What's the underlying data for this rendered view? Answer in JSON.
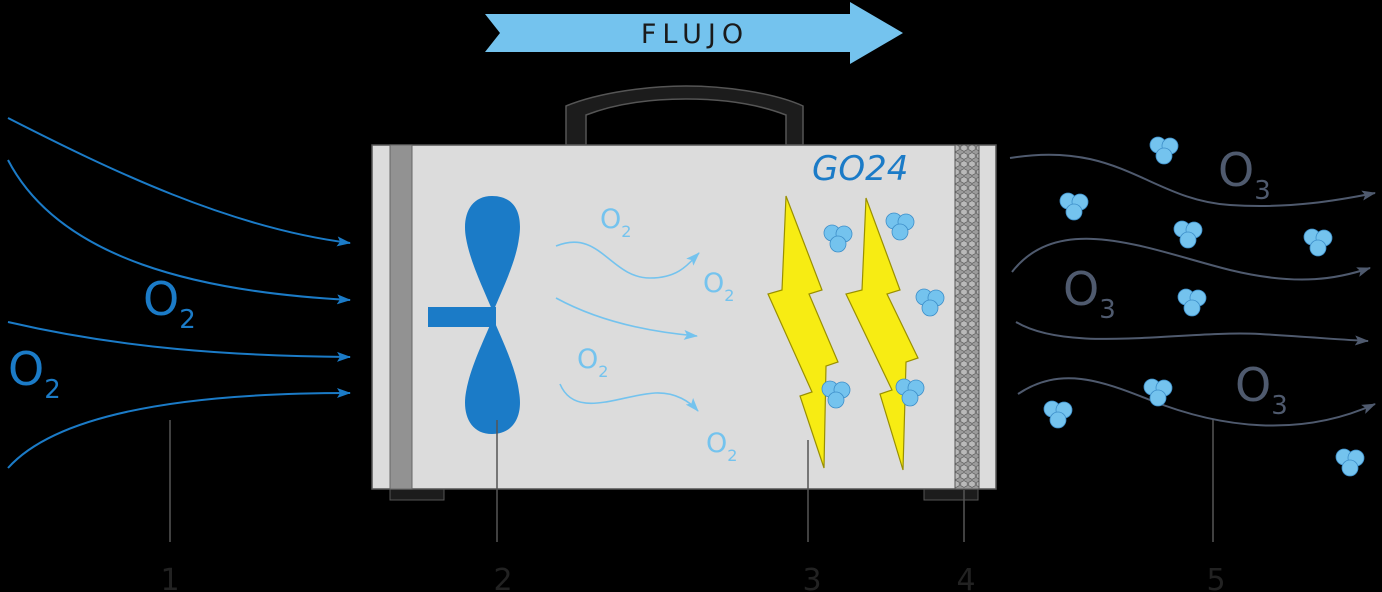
{
  "flow_label": "FLUJO",
  "brand": "GO24",
  "molecules": {
    "o": "O",
    "o2_sub": "2",
    "o3_sub": "3"
  },
  "callouts": [
    "1",
    "2",
    "3",
    "4",
    "5"
  ],
  "colors": {
    "intake_blue": "#1b7bc7",
    "light_blue": "#74c3ee",
    "ozone_gray": "#4f5a6e",
    "lightning_yellow": "#f7ec13",
    "box_gray": "#dcdcdc"
  }
}
